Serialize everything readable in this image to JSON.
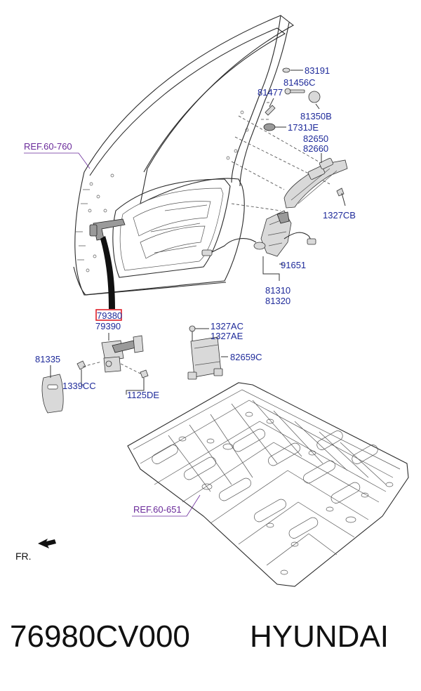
{
  "labels": {
    "p83191": "83191",
    "p81456c": "81456C",
    "p81477": "81477",
    "p81350b": "81350B",
    "p1731je": "1731JE",
    "p82650": "82650",
    "p82660": "82660",
    "p1327cb": "1327CB",
    "p91651": "91651",
    "p81310": "81310",
    "p81320": "81320",
    "p79380": "79380",
    "p79390": "79390",
    "p1327ac": "1327AC",
    "p1327ae": "1327AE",
    "p82659c": "82659C",
    "p81335": "81335",
    "p1339cc": "1339CC",
    "p1125de": "1125DE"
  },
  "refs": {
    "door": "REF.60-760",
    "floor": "REF.60-651"
  },
  "direction": "FR.",
  "footer": {
    "part_number": "76980CV000",
    "brand": "HYUNDAI"
  },
  "colors": {
    "label": "#1e2a9a",
    "ref": "#6a2a9a",
    "highlight_box": "#e0202a"
  }
}
